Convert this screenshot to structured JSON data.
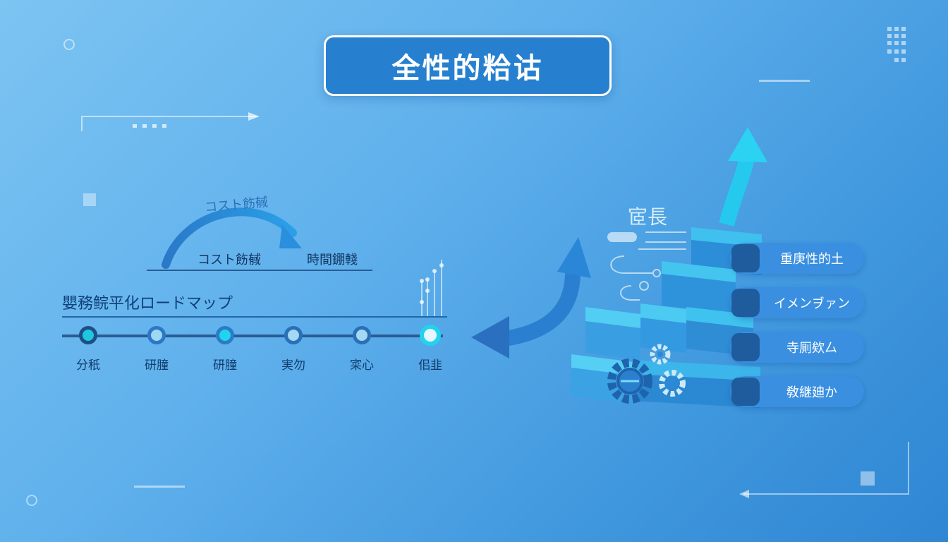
{
  "title": "全性的粭诂",
  "arc": {
    "top_label": "コスト飭戫",
    "left_label": "コスト飭戫",
    "right_label": "時間錋輚"
  },
  "roadmap": {
    "title": "嬰務鲩平化ロードマップ",
    "steps": [
      {
        "label": "分秖"
      },
      {
        "label": "研膧"
      },
      {
        "label": "研膧"
      },
      {
        "label": "実勿"
      },
      {
        "label": "寀心"
      },
      {
        "label": "佀韭"
      }
    ]
  },
  "stairs": {
    "label": "宧長",
    "items": [
      {
        "label": "重庚性的土"
      },
      {
        "label": "イメンヺァン"
      },
      {
        "label": "寺厠欸厶"
      },
      {
        "label": "敎継廸か"
      }
    ]
  },
  "colors": {
    "accent_cyan": "#22d3ee",
    "title_bg": "#2680cf",
    "pill_bg": "#3a8fe0",
    "pill_square": "#1f5c9e"
  }
}
